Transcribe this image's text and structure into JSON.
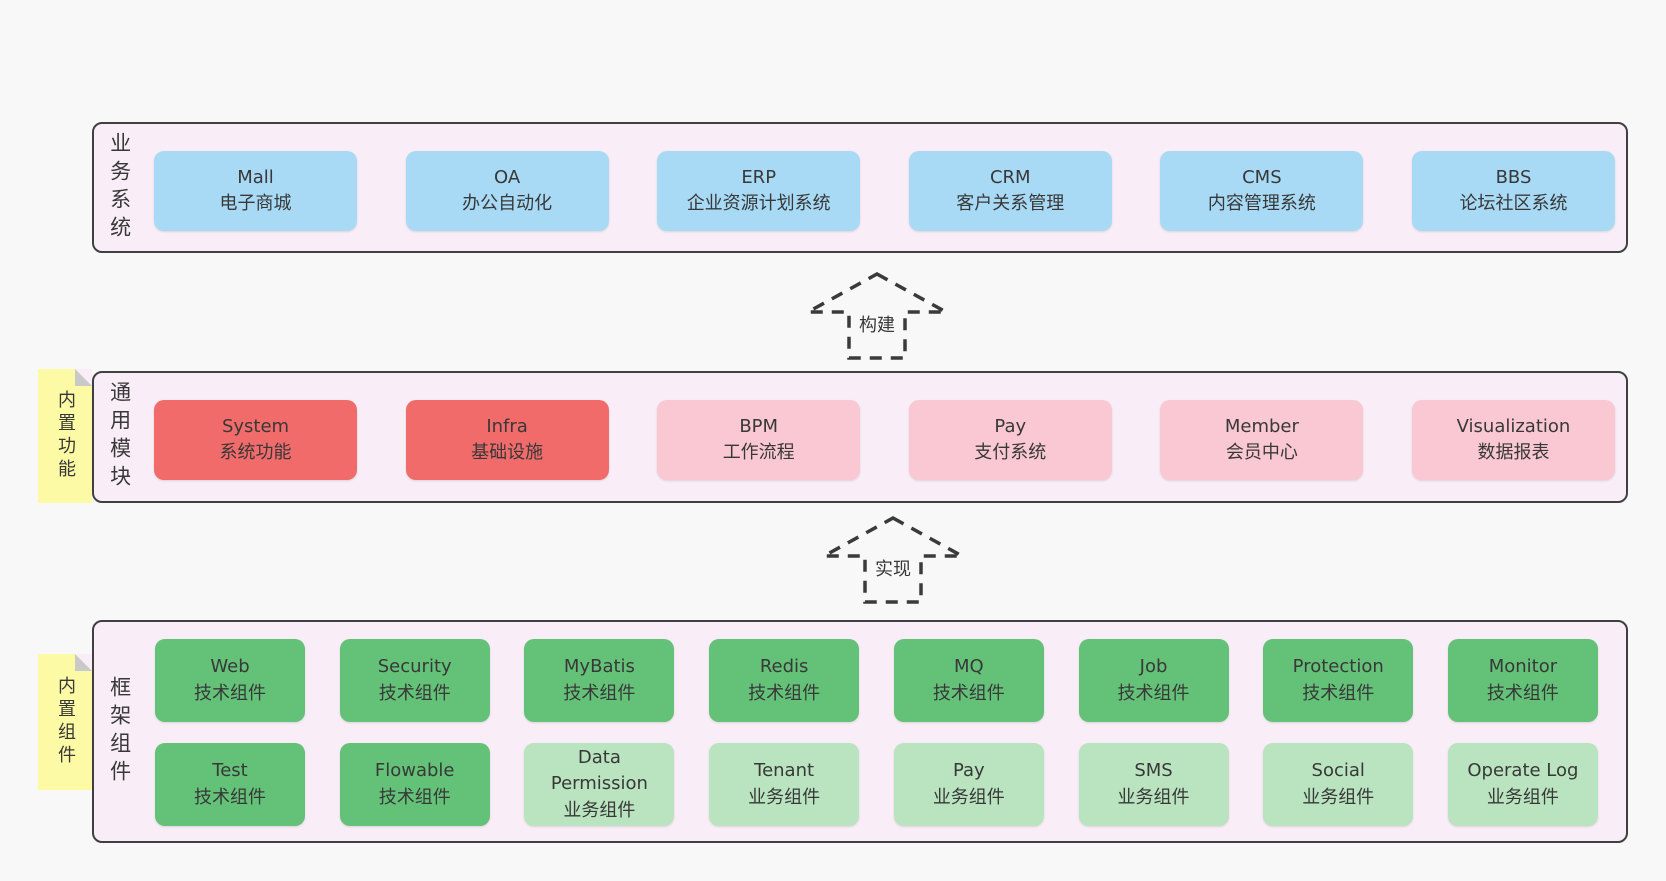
{
  "colors": {
    "page_bg": "#f8f8f8",
    "panel_bg": "#f9eef7",
    "panel_border": "#404040",
    "box_blue": "#a8daf5",
    "box_red": "#f26b6b",
    "box_pink": "#f9c8d2",
    "box_green": "#64c278",
    "box_green_light": "#b9e4bf",
    "note_yellow": "#fcfaa5",
    "text": "#383838"
  },
  "arrows": [
    {
      "label": "构建"
    },
    {
      "label": "实现"
    }
  ],
  "layers": [
    {
      "id": "business-systems",
      "side_label": "业务系统",
      "note": null,
      "rows": [
        [
          {
            "en": "Mall",
            "zh": "电子商城",
            "type": "blue"
          },
          {
            "en": "OA",
            "zh": "办公自动化",
            "type": "blue"
          },
          {
            "en": "ERP",
            "zh": "企业资源计划系统",
            "type": "blue"
          },
          {
            "en": "CRM",
            "zh": "客户关系管理",
            "type": "blue"
          },
          {
            "en": "CMS",
            "zh": "内容管理系统",
            "type": "blue"
          },
          {
            "en": "BBS",
            "zh": "论坛社区系统",
            "type": "blue"
          }
        ]
      ]
    },
    {
      "id": "common-modules",
      "side_label": "通用模块",
      "note": "内置功能",
      "rows": [
        [
          {
            "en": "System",
            "zh": "系统功能",
            "type": "red"
          },
          {
            "en": "Infra",
            "zh": "基础设施",
            "type": "red"
          },
          {
            "en": "BPM",
            "zh": "工作流程",
            "type": "pink"
          },
          {
            "en": "Pay",
            "zh": "支付系统",
            "type": "pink"
          },
          {
            "en": "Member",
            "zh": "会员中心",
            "type": "pink"
          },
          {
            "en": "Visualization",
            "zh": "数据报表",
            "type": "pink"
          }
        ]
      ]
    },
    {
      "id": "framework-components",
      "side_label": "框架组件",
      "note": "内置组件",
      "rows": [
        [
          {
            "en": "Web",
            "zh": "技术组件",
            "type": "green"
          },
          {
            "en": "Security",
            "zh": "技术组件",
            "type": "green"
          },
          {
            "en": "MyBatis",
            "zh": "技术组件",
            "type": "green"
          },
          {
            "en": "Redis",
            "zh": "技术组件",
            "type": "green"
          },
          {
            "en": "MQ",
            "zh": "技术组件",
            "type": "green"
          },
          {
            "en": "Job",
            "zh": "技术组件",
            "type": "green"
          },
          {
            "en": "Protection",
            "zh": "技术组件",
            "type": "green"
          },
          {
            "en": "Monitor",
            "zh": "技术组件",
            "type": "green"
          }
        ],
        [
          {
            "en": "Test",
            "zh": "技术组件",
            "type": "green"
          },
          {
            "en": "Flowable",
            "zh": "技术组件",
            "type": "green"
          },
          {
            "en": "Data Permission",
            "zh": "业务组件",
            "type": "green-light"
          },
          {
            "en": "Tenant",
            "zh": "业务组件",
            "type": "green-light"
          },
          {
            "en": "Pay",
            "zh": "业务组件",
            "type": "green-light"
          },
          {
            "en": "SMS",
            "zh": "业务组件",
            "type": "green-light"
          },
          {
            "en": "Social",
            "zh": "业务组件",
            "type": "green-light"
          },
          {
            "en": "Operate Log",
            "zh": "业务组件",
            "type": "green-light"
          }
        ]
      ]
    }
  ]
}
